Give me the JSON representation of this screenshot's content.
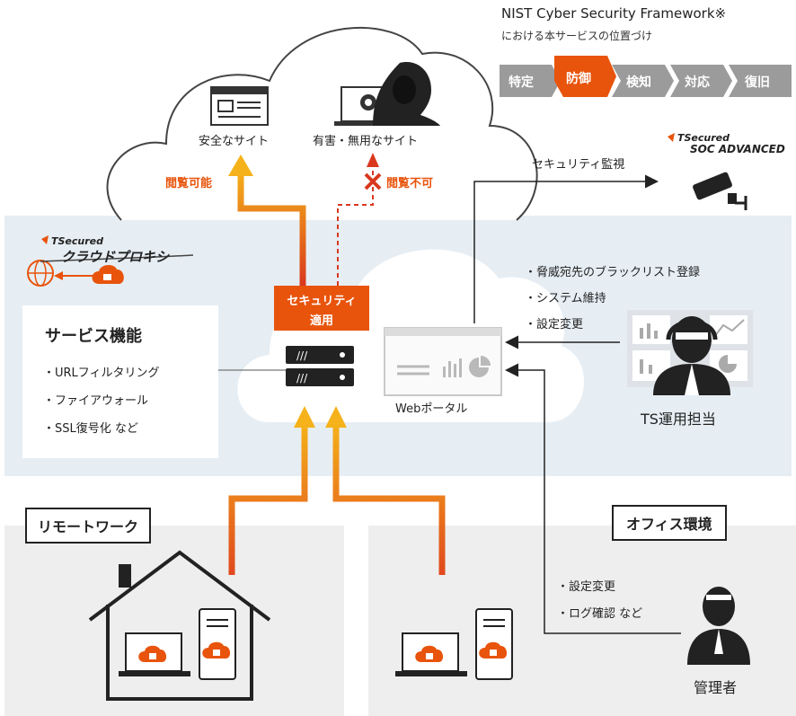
{
  "nist": {
    "title": "NIST Cyber Security Framework※",
    "subtitle": "における本サービスの位置づけ",
    "steps": [
      "特定",
      "防御",
      "検知",
      "対応",
      "復旧"
    ],
    "active_step": "防御",
    "colors": {
      "active": "#e8540c",
      "inactive": "#9b9b9b"
    }
  },
  "internet": {
    "safe_site_label": "安全なサイト",
    "harmful_site_label": "有害・無用なサイト",
    "allowed_label": "閲覧可能",
    "blocked_label": "閲覧不可"
  },
  "soc": {
    "brand": "TSecured",
    "product": "SOC ADVANCED",
    "monitor_label": "セキュリティ監視"
  },
  "proxy": {
    "brand": "TSecured",
    "product": "クラウドプロキシ",
    "security_badge": [
      "セキュリティ",
      "適用"
    ],
    "portal_label": "Webポータル"
  },
  "service": {
    "title": "サービス機能",
    "items": [
      "・URLフィルタリング",
      "・ファイアウォール",
      "・SSL復号化 など"
    ]
  },
  "ops": {
    "tasks": [
      "・脅威宛先のブラックリスト登録",
      "・システム維持",
      "・設定変更"
    ],
    "label": "TS運用担当"
  },
  "remote": {
    "label": "リモートワーク"
  },
  "office": {
    "label": "オフィス環境"
  },
  "admin": {
    "tasks": [
      "・設定変更",
      "・ログ確認 など"
    ],
    "label": "管理者"
  },
  "colors": {
    "accent": "#e8540c",
    "arrow_top": "#f5b21a",
    "arrow_bottom": "#d9381e",
    "band": "#e6eef4",
    "ground": "#eeeeee"
  }
}
